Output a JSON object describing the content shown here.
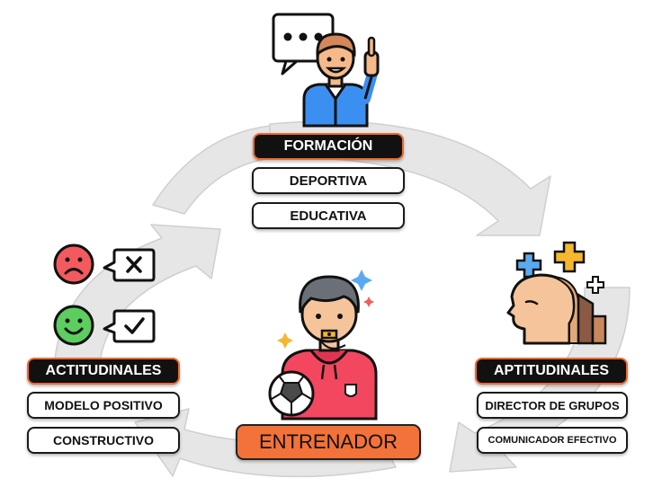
{
  "center": {
    "label": "ENTRENADOR"
  },
  "formacion": {
    "title": "FORMACIÓN",
    "items": [
      "DEPORTIVA",
      "EDUCATIVA"
    ]
  },
  "actitudinales": {
    "title": "ACTITUDINALES",
    "items": [
      "MODELO POSITIVO",
      "CONSTRUCTIVO"
    ]
  },
  "aptitudinales": {
    "title": "APTITUDINALES",
    "items": [
      "DIRECTOR DE GRUPOS",
      "COMUNICADOR EFECTIVO"
    ]
  },
  "icons": {
    "top": "teacher-speaking-icon",
    "left_top": "sad-face-wrong-icon",
    "left_bottom": "happy-face-correct-icon",
    "right": "head-mental-health-icon",
    "center": "coach-with-whistle-and-ball-icon"
  },
  "colors": {
    "accent": "#f3723a",
    "cycle_arrows": "#e6e6e6",
    "title_pill": "#111111",
    "sad_face": "#f25a5f",
    "happy_face": "#5ccd5f",
    "teacher_shirt": "#3b8ff0",
    "coach_hoodie": "#f2475f"
  }
}
